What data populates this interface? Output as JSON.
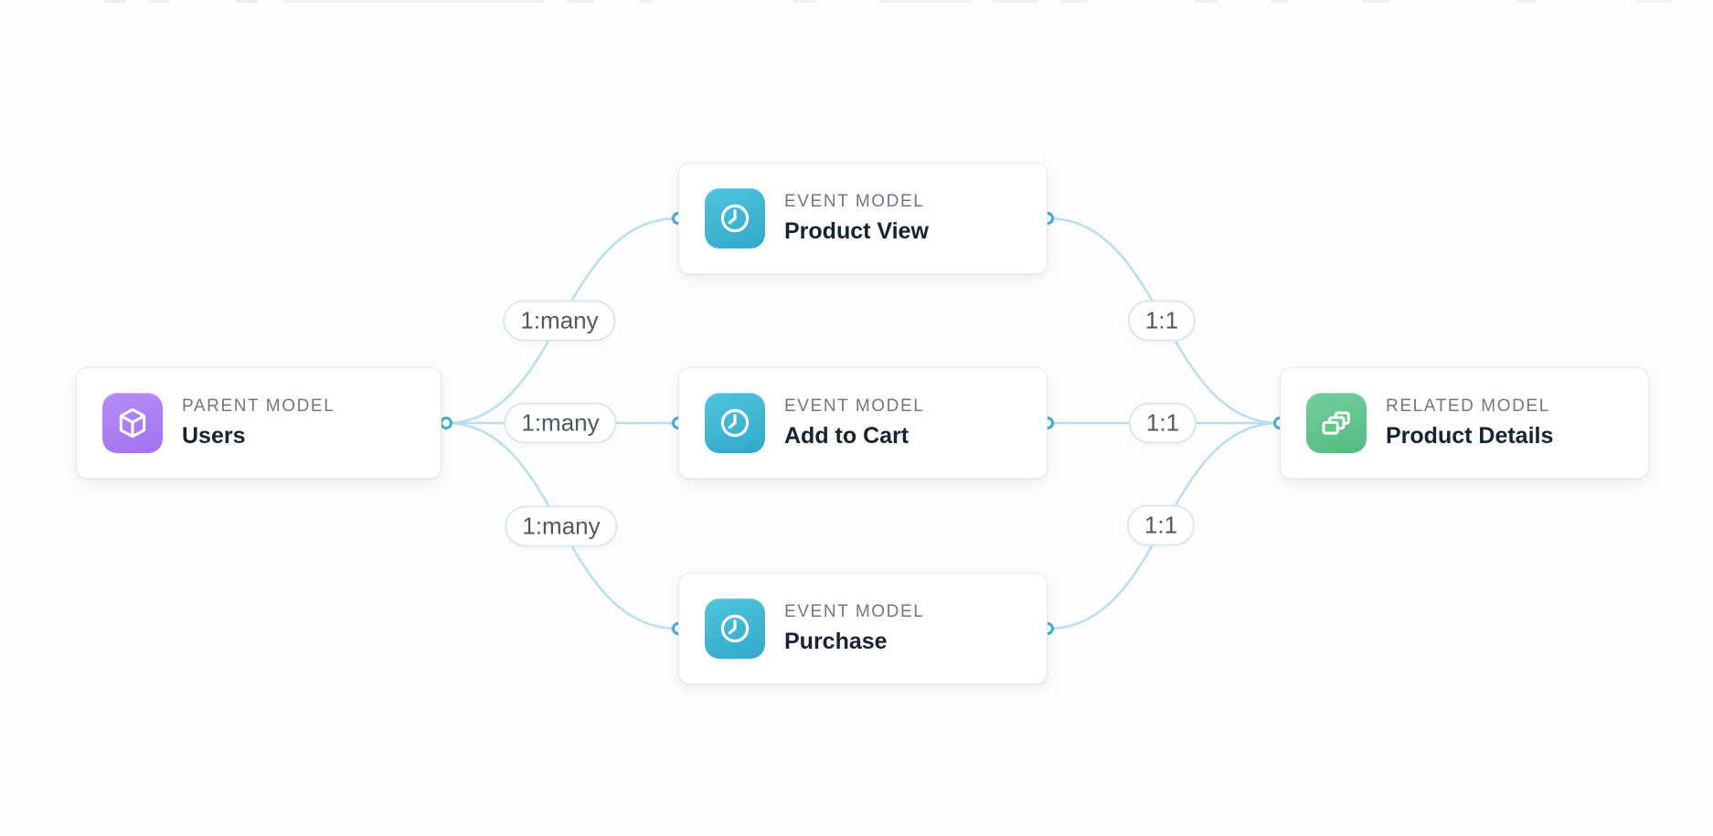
{
  "diagram": {
    "nodes": [
      {
        "id": "users",
        "type_label": "PARENT MODEL",
        "title": "Users",
        "icon": "cube-icon",
        "accent": "#a678ef"
      },
      {
        "id": "product-view",
        "type_label": "EVENT MODEL",
        "title": "Product View",
        "icon": "clock-icon",
        "accent": "#3cb4d3"
      },
      {
        "id": "add-to-cart",
        "type_label": "EVENT MODEL",
        "title": "Add to Cart",
        "icon": "clock-icon",
        "accent": "#3cb4d3"
      },
      {
        "id": "purchase",
        "type_label": "EVENT MODEL",
        "title": "Purchase",
        "icon": "clock-icon",
        "accent": "#3cb4d3"
      },
      {
        "id": "product-details",
        "type_label": "RELATED MODEL",
        "title": "Product Details",
        "icon": "layers-icon",
        "accent": "#5ec28b"
      }
    ],
    "edges": [
      {
        "from": "users",
        "to": "product-view",
        "label": "1:many"
      },
      {
        "from": "users",
        "to": "add-to-cart",
        "label": "1:many"
      },
      {
        "from": "users",
        "to": "purchase",
        "label": "1:many"
      },
      {
        "from": "product-view",
        "to": "product-details",
        "label": "1:1"
      },
      {
        "from": "add-to-cart",
        "to": "product-details",
        "label": "1:1"
      },
      {
        "from": "purchase",
        "to": "product-details",
        "label": "1:1"
      }
    ],
    "colors": {
      "edge_line": "#b6dff0",
      "handle_ring": "#4bafd1",
      "badge_border": "#d9e9f0",
      "badge_text": "#4f5962",
      "type_label_text": "#6e7883",
      "title_text": "#182230",
      "card_background": "#ffffff",
      "card_border": "#e8eaee"
    }
  }
}
